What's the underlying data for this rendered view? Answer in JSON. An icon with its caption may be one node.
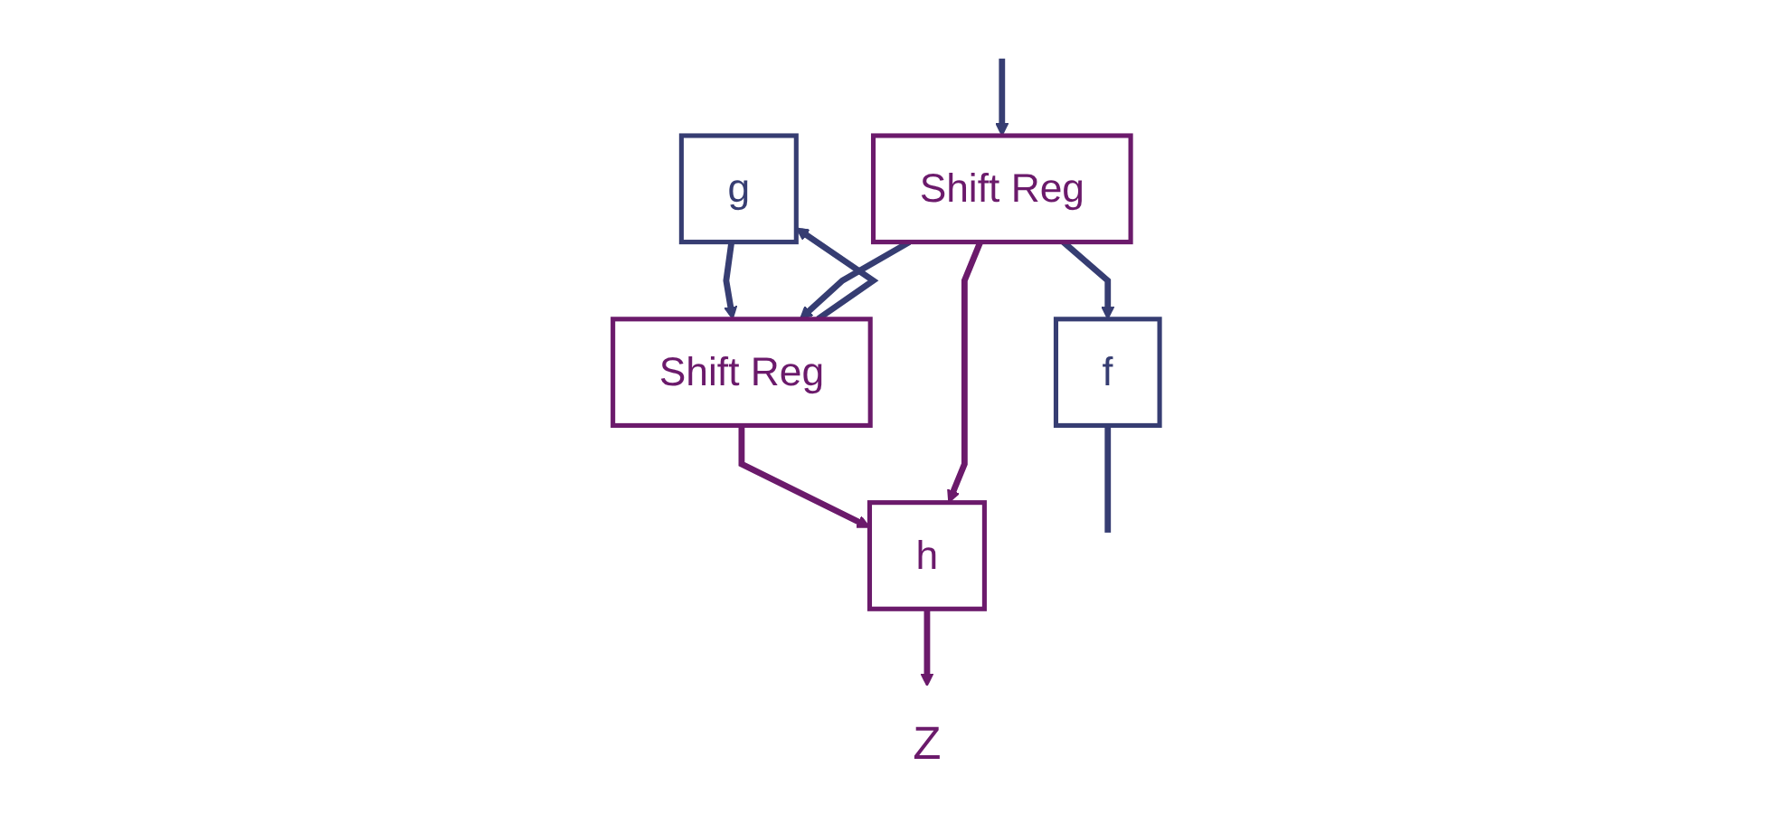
{
  "diagram": {
    "nodes": [
      {
        "text": [
          "g"
        ]
      },
      {
        "text": [
          "f"
        ]
      },
      {
        "text": [
          "Shift Reg"
        ]
      },
      {
        "text": [
          "Shift Reg"
        ]
      },
      {
        "text": [
          "h"
        ]
      },
      {
        "text": [
          "Z"
        ]
      }
    ],
    "edges": [
      {
        "from": 2,
        "to": 0,
        "arrow": "to"
      },
      {
        "from": 0,
        "to": 2,
        "arrow": "to"
      },
      {
        "from": 3,
        "to": 2,
        "arrow": "to"
      },
      {
        "from": 3,
        "to": 1,
        "arrow": "to"
      },
      {
        "from": 1,
        "to": null,
        "arrow": "none"
      },
      {
        "from": null,
        "to": 3,
        "arrow": "to"
      },
      {
        "from": 2,
        "to": 4,
        "arrow": "to",
        "color": "#6b1a6b"
      },
      {
        "from": 3,
        "to": 4,
        "arrow": "to",
        "color": "#6b1a6b"
      },
      {
        "from": 4,
        "to": 5,
        "arrow": "to",
        "color": "#6b1a6b"
      }
    ]
  }
}
